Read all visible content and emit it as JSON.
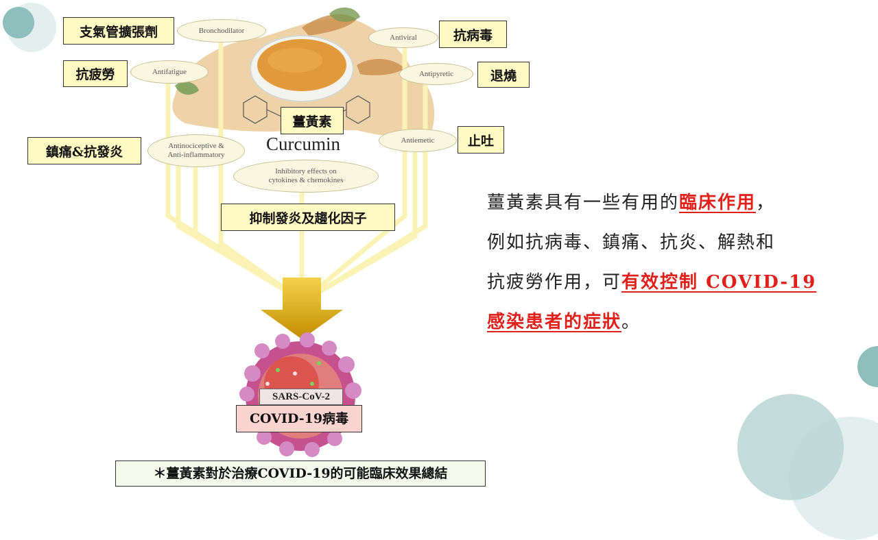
{
  "diagram": {
    "center_zh": "薑黃素",
    "center_en": "Curcumin",
    "effects": [
      {
        "en": "Bronchodilator",
        "zh": "支氣管擴張劑"
      },
      {
        "en": "Antifatigue",
        "zh": "抗疲勞"
      },
      {
        "en": "Antiviral",
        "zh": "抗病毒"
      },
      {
        "en": "Antipyretic",
        "zh": "退燒"
      },
      {
        "en": "Antiemetic",
        "zh": "止吐"
      },
      {
        "en1": "Antinociceptive &",
        "en2": "Anti-inflammatory",
        "zh": "鎮痛&抗發炎"
      },
      {
        "en1": "Inhibitory effects on",
        "en2": "cytokines & chemokines",
        "zh": "抑制發炎及趨化因子"
      }
    ],
    "virus_en": "SARS-CoV-2",
    "virus_zh": "COVID-19病毒",
    "caption": "＊薑黃素對於治療COVID-19的可能臨床效果總結"
  },
  "text": {
    "l1a": "薑黃素具有一些有用的",
    "l1b": "臨床作用",
    "l1c": "，",
    "l2": "例如抗病毒、鎮痛、抗炎、解熱和",
    "l3a": "抗疲勞作用，可",
    "l3b": "有效控制 COVID-19",
    "l4a": "感染患者的症狀",
    "l4b": "。"
  },
  "colors": {
    "accent_red": "#e0201b",
    "label_fill": "#fff9c4",
    "arrow_gold": "#d9a400",
    "teal_deco": "#8fbfbc"
  }
}
